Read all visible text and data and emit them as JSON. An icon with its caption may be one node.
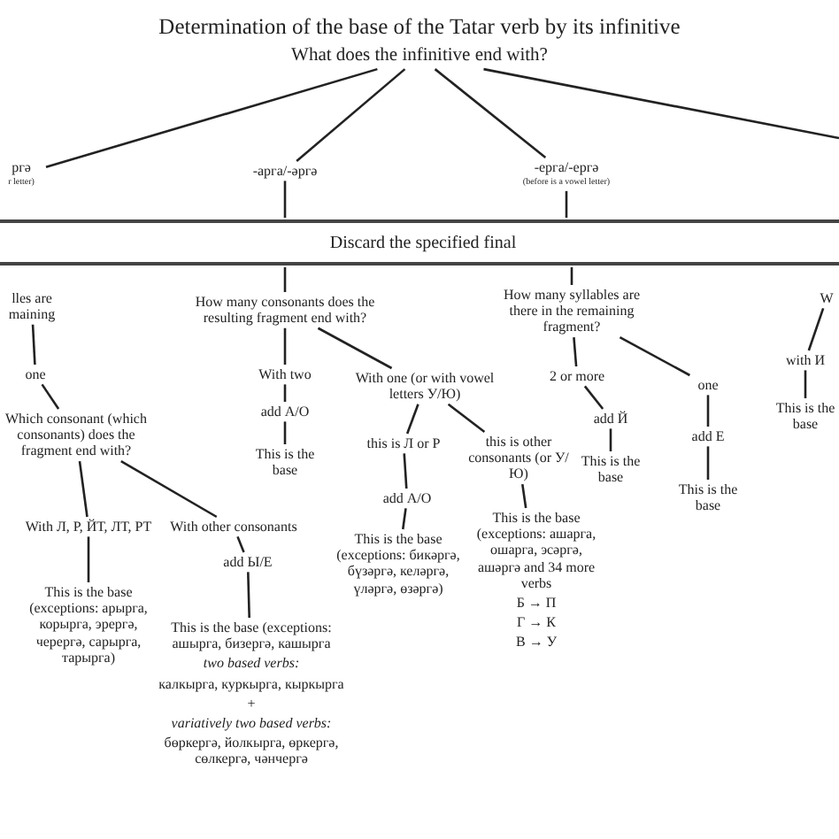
{
  "diagram": {
    "title": "Determination of the base of the Tatar verb by its infinitive",
    "nodes": [
      {
        "text": [
          "What does the infinitive end with?"
        ]
      },
      {
        "text": [
          "ргə",
          "r letter)"
        ]
      },
      {
        "text": [
          "-арга/-əргə"
        ]
      },
      {
        "text": [
          "-ерга/-ергə",
          "(before is a vowel letter)"
        ]
      },
      {
        "text": [
          "Discard the specified final"
        ]
      },
      {
        "text": [
          "lles are maining"
        ]
      },
      {
        "text": [
          "one"
        ]
      },
      {
        "text": [
          "Which consonant (which consonants) does the fragment end with?"
        ]
      },
      {
        "text": [
          "With Л, Р, ЙТ, ЛТ, РТ"
        ]
      },
      {
        "text": [
          "This is the base (exceptions: арырга, корырга, эрергə, черергə, сарырга, тарырга)"
        ]
      },
      {
        "text": [
          "With other consonants"
        ]
      },
      {
        "text": [
          "add Ы/Е"
        ]
      },
      {
        "text": [
          "This is the base (exceptions: ашырга, бизергə, кашырга",
          "two based verbs:",
          "калкырга, куркырга, кыркырга",
          "+",
          "variatively two based verbs:",
          "бөркергə, йолкырга, өркергə, сөлкергə, чəнчергə"
        ]
      },
      {
        "text": [
          "How many consonants does the resulting fragment end with?"
        ]
      },
      {
        "text": [
          "With two"
        ]
      },
      {
        "text": [
          "add А/О"
        ]
      },
      {
        "text": [
          "This is the base"
        ]
      },
      {
        "text": [
          "With one (or with vowel letters У/Ю)"
        ]
      },
      {
        "text": [
          "this is Л or Р"
        ]
      },
      {
        "text": [
          "add А/О"
        ]
      },
      {
        "text": [
          "This is the base (exceptions: бикəргə, бүзəргə, келəргə, үлəргə, өзəргə)"
        ]
      },
      {
        "text": [
          "this is other consonants (or У/Ю)"
        ]
      },
      {
        "text": [
          "This is the base (exceptions: ашарга, ошарга, эсəргə, ашəргə and 34 more verbs",
          "Б → П",
          "Г → К",
          "В → У"
        ]
      },
      {
        "text": [
          "How many syllables are there in the remaining fragment?"
        ]
      },
      {
        "text": [
          "2 or more"
        ]
      },
      {
        "text": [
          "add Й"
        ]
      },
      {
        "text": [
          "This is the base"
        ]
      },
      {
        "text": [
          "one"
        ]
      },
      {
        "text": [
          "add Е"
        ]
      },
      {
        "text": [
          "This is the base"
        ]
      },
      {
        "text": [
          "W"
        ]
      },
      {
        "text": [
          "with И"
        ]
      },
      {
        "text": [
          "This is the base"
        ]
      }
    ],
    "edges": [
      {
        "from": 0,
        "to": 1,
        "arrow": "none"
      },
      {
        "from": 0,
        "to": 2,
        "arrow": "none"
      },
      {
        "from": 0,
        "to": 3,
        "arrow": "none"
      },
      {
        "from": 0,
        "to": null,
        "arrow": "none"
      },
      {
        "from": 2,
        "to": 4,
        "arrow": "none"
      },
      {
        "from": 3,
        "to": 4,
        "arrow": "none"
      },
      {
        "from": 4,
        "to": 13,
        "arrow": "none"
      },
      {
        "from": 4,
        "to": 23,
        "arrow": "none"
      },
      {
        "from": 5,
        "to": 6,
        "arrow": "none"
      },
      {
        "from": 6,
        "to": 7,
        "arrow": "none"
      },
      {
        "from": 7,
        "to": 8,
        "arrow": "none"
      },
      {
        "from": 7,
        "to": 10,
        "arrow": "none"
      },
      {
        "from": 8,
        "to": 9,
        "arrow": "none"
      },
      {
        "from": 10,
        "to": 11,
        "arrow": "none"
      },
      {
        "from": 11,
        "to": 12,
        "arrow": "none"
      },
      {
        "from": 13,
        "to": 14,
        "arrow": "none"
      },
      {
        "from": 13,
        "to": 17,
        "arrow": "none"
      },
      {
        "from": 14,
        "to": 15,
        "arrow": "none"
      },
      {
        "from": 15,
        "to": 16,
        "arrow": "none"
      },
      {
        "from": 17,
        "to": 18,
        "arrow": "none"
      },
      {
        "from": 17,
        "to": 21,
        "arrow": "none"
      },
      {
        "from": 18,
        "to": 19,
        "arrow": "none"
      },
      {
        "from": 19,
        "to": 20,
        "arrow": "none"
      },
      {
        "from": 21,
        "to": 22,
        "arrow": "none"
      },
      {
        "from": 23,
        "to": 24,
        "arrow": "none"
      },
      {
        "from": 23,
        "to": 27,
        "arrow": "none"
      },
      {
        "from": 24,
        "to": 25,
        "arrow": "none"
      },
      {
        "from": 25,
        "to": 26,
        "arrow": "none"
      },
      {
        "from": 27,
        "to": 28,
        "arrow": "none"
      },
      {
        "from": 28,
        "to": 29,
        "arrow": "none"
      },
      {
        "from": 30,
        "to": 31,
        "arrow": "none"
      },
      {
        "from": 31,
        "to": 32,
        "arrow": "none"
      }
    ]
  }
}
